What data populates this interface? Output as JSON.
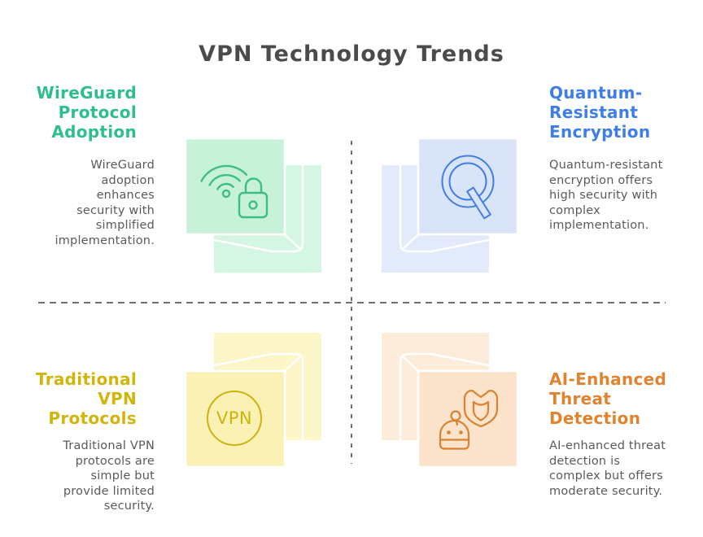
{
  "title": "VPN Technology Trends",
  "title_color": "#4b4b4b",
  "description_color": "#5a5a5a",
  "divider_color": "#707070",
  "icons": {
    "vpn_label": "VPN"
  },
  "quadrants": {
    "wireguard": {
      "heading": "WireGuard Protocol Adoption",
      "description": "WireGuard adoption enhances security with simplified implementation.",
      "accent_color": "#2ebe8d",
      "icon": "wifi-lock-icon",
      "box_front_color": "#c8f1d9",
      "box_back_color": "#d4f6e3",
      "icon_stroke_color": "#3cbe86"
    },
    "quantum": {
      "heading": "Quantum-Resistant Encryption",
      "description": "Quantum-resistant encryption offers high security with complex implementation.",
      "accent_color": "#3f7ee8",
      "icon": "quantum-q-icon",
      "box_front_color": "#d9e4f9",
      "box_back_color": "#e2eafb",
      "icon_stroke_color": "#3f7ee8"
    },
    "traditional": {
      "heading": "Traditional VPN Protocols",
      "description": "Traditional VPN protocols are simple but provide limited security.",
      "accent_color": "#d1b50c",
      "icon": "vpn-circle-icon",
      "box_front_color": "#fbf1b5",
      "box_back_color": "#fdf6c9",
      "icon_stroke_color": "#ccb40e"
    },
    "ai": {
      "heading": "AI-Enhanced Threat Detection",
      "description": "AI-enhanced threat detection is complex but offers moderate security.",
      "accent_color": "#e0832f",
      "icon": "robot-shield-icon",
      "box_front_color": "#fbe3cc",
      "box_back_color": "#fdecd9",
      "icon_stroke_color": "#d9822f"
    }
  }
}
